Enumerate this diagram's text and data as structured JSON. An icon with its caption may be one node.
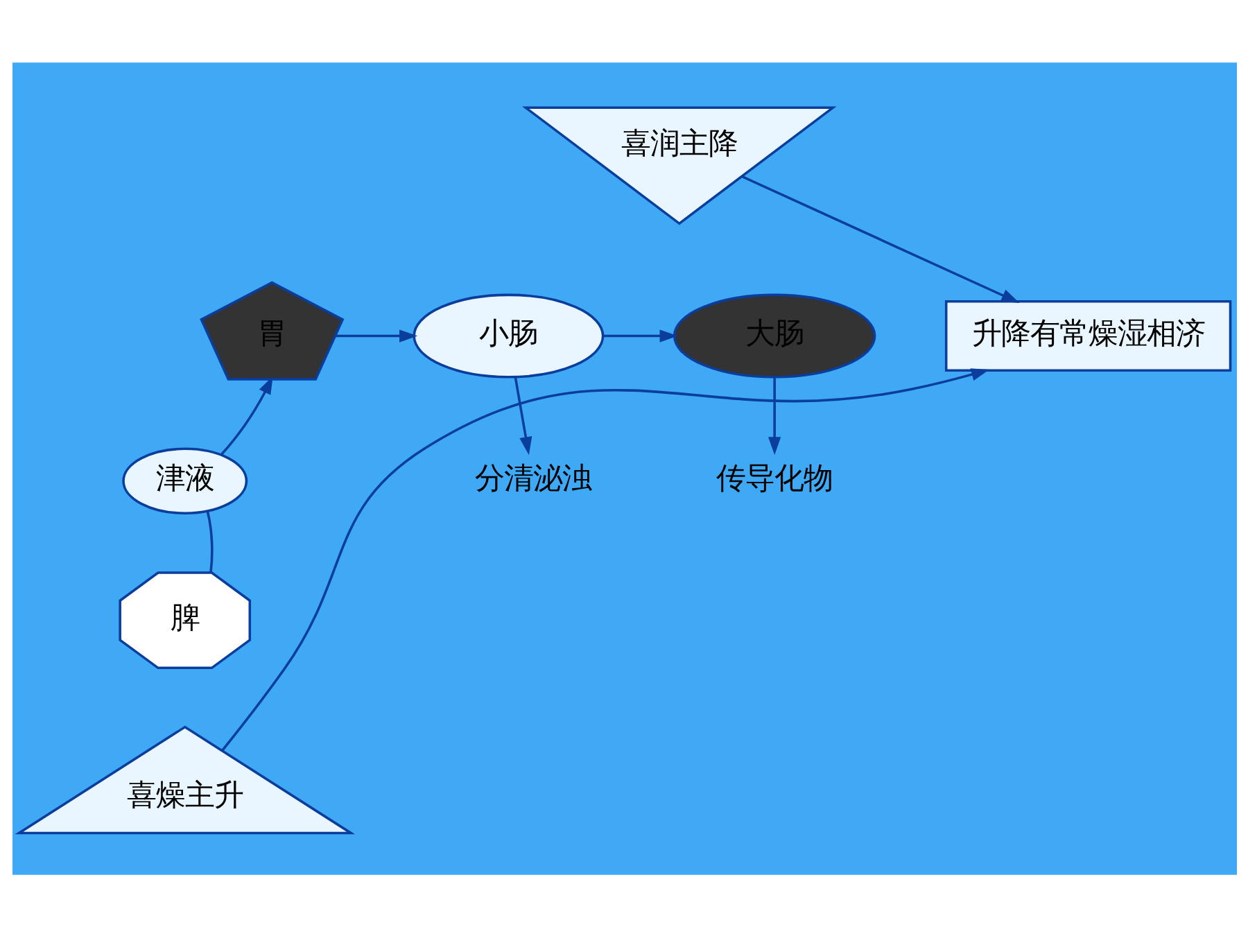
{
  "diagram": {
    "nodes": [
      {
        "text": [
          "喜润主降"
        ]
      },
      {
        "text": [
          "胃"
        ]
      },
      {
        "text": [
          "小肠"
        ]
      },
      {
        "text": [
          "大肠"
        ]
      },
      {
        "text": [
          "分清泌浊"
        ]
      },
      {
        "text": [
          "传导化物"
        ]
      },
      {
        "text": [
          "升降有常燥湿相济"
        ]
      },
      {
        "text": [
          "津液"
        ]
      },
      {
        "text": [
          "脾"
        ]
      },
      {
        "text": [
          "喜燥主升"
        ]
      }
    ],
    "edges": [
      {
        "from": 0,
        "to": 6,
        "arrow": "to"
      },
      {
        "from": 9,
        "to": 6,
        "arrow": "to"
      },
      {
        "from": 1,
        "to": 2,
        "arrow": "to"
      },
      {
        "from": 2,
        "to": 3,
        "arrow": "to"
      },
      {
        "from": 2,
        "to": 4,
        "arrow": "to"
      },
      {
        "from": 3,
        "to": 5,
        "arrow": "to"
      },
      {
        "from": 8,
        "to": 7,
        "arrow": "none"
      },
      {
        "from": 7,
        "to": 1,
        "arrow": "to"
      }
    ]
  }
}
